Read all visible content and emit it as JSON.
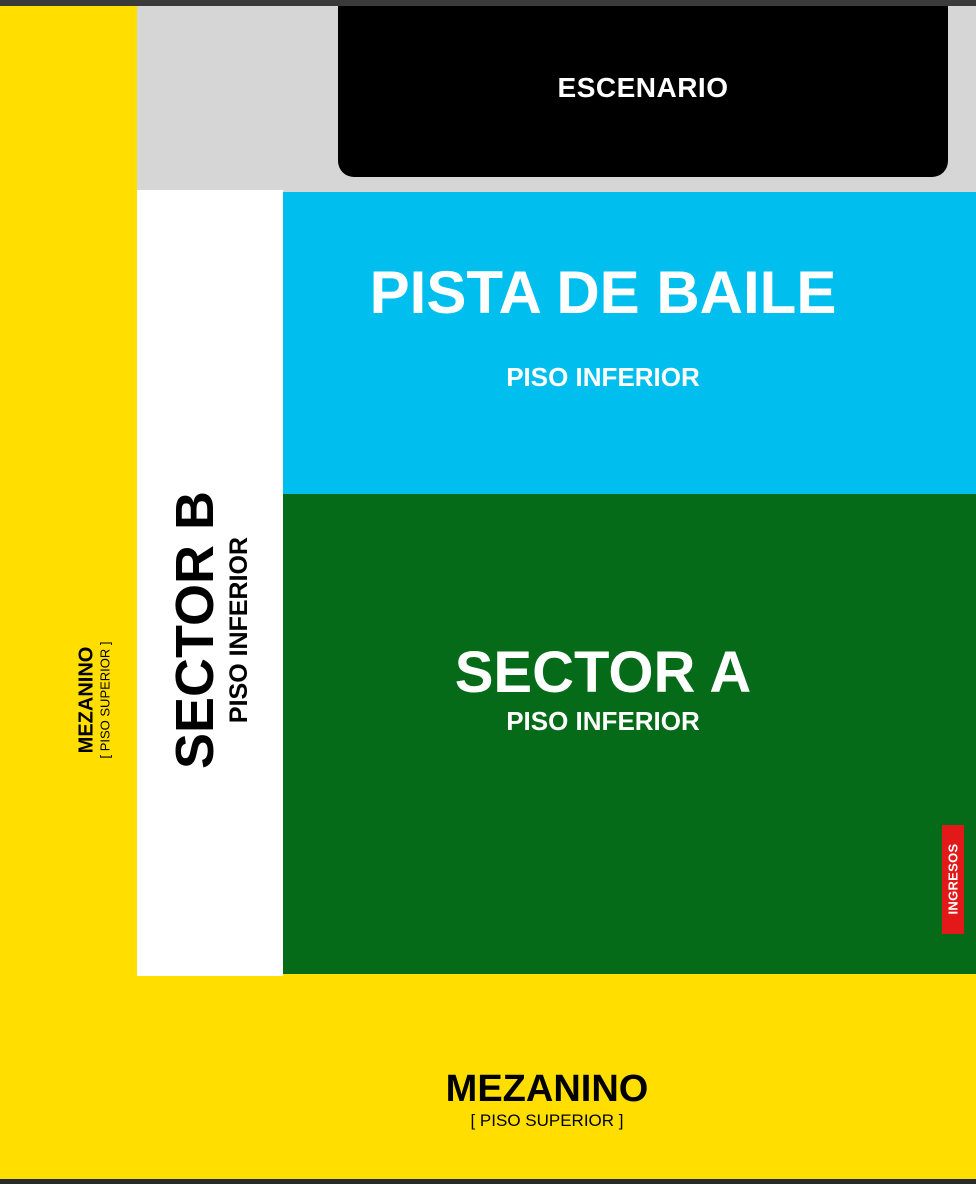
{
  "colors": {
    "mezzanine": "#FFDE00",
    "stage": "#000000",
    "dance_floor": "#00BFEF",
    "sector_a": "#056B18",
    "sector_b": "#FFFFFF",
    "entrance": "#E31818",
    "backstage_band": "#D6D6D6"
  },
  "stage": {
    "label": "ESCENARIO"
  },
  "dance_floor": {
    "title": "PISTA DE BAILE",
    "subtitle": "PISO INFERIOR"
  },
  "sector_a": {
    "title": "SECTOR A",
    "subtitle": "PISO INFERIOR"
  },
  "sector_b": {
    "title": "SECTOR B",
    "subtitle": "PISO INFERIOR"
  },
  "entrance": {
    "label": "INGRESOS"
  },
  "mezzanine_left": {
    "title": "MEZANINO",
    "subtitle": "[ PISO SUPERIOR ]"
  },
  "mezzanine_bottom": {
    "title": "MEZANINO",
    "subtitle": "[ PISO SUPERIOR ]"
  }
}
